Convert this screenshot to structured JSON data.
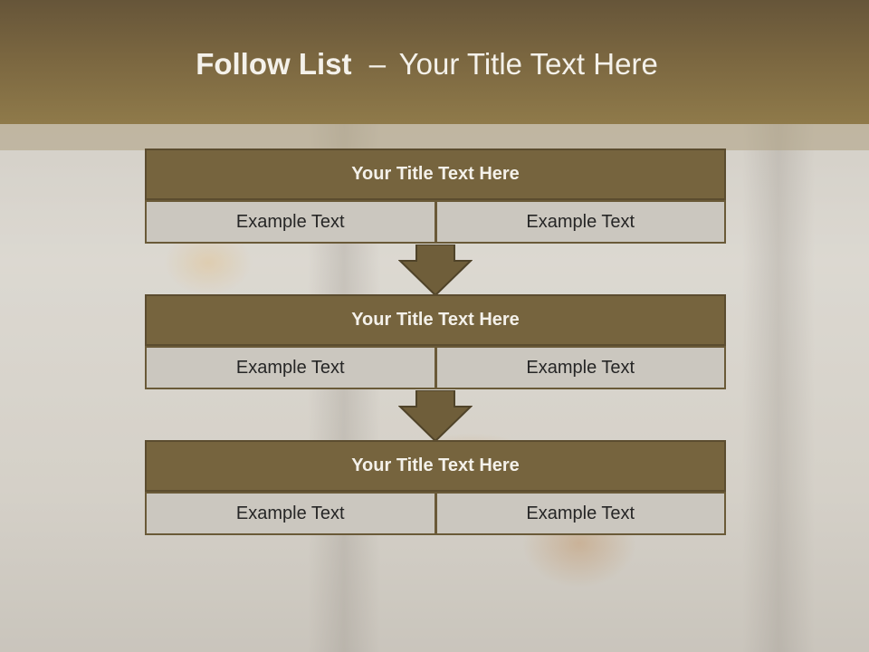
{
  "slide": {
    "title_main": "Follow List",
    "title_separator": "–",
    "title_rest": "Your Title Text Here"
  },
  "boxes": [
    {
      "title": "Your Title Text Here",
      "cells": [
        "Example Text",
        "Example Text"
      ]
    },
    {
      "title": "Your Title Text Here",
      "cells": [
        "Example Text",
        "Example Text"
      ]
    },
    {
      "title": "Your Title Text Here",
      "cells": [
        "Example Text",
        "Example Text"
      ]
    }
  ],
  "colors": {
    "header": "#7a6640",
    "box_title": "#76643e",
    "cell": "#cbc7bf",
    "arrow": "#6f5e3a"
  },
  "icons": [
    "down-arrow-icon",
    "down-arrow-icon"
  ]
}
